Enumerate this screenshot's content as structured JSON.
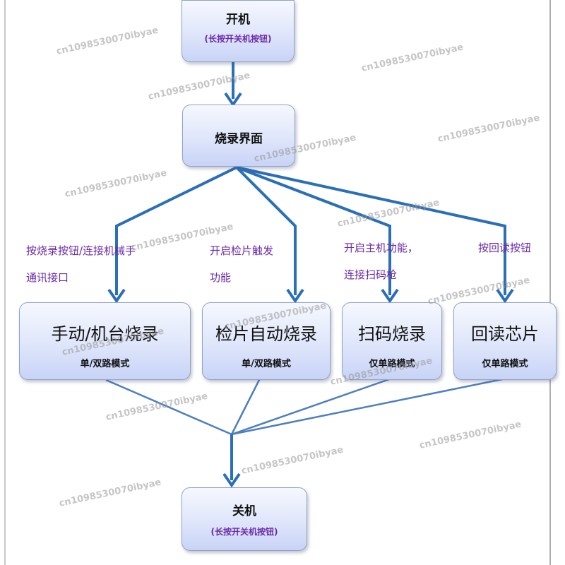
{
  "nodes": {
    "power_on": {
      "title": "开机",
      "sub": "(长按开关机按钮)"
    },
    "burn_ui": {
      "title": "烧录界面"
    },
    "manual": {
      "title": "手动/机台烧录",
      "sub": "单/双路模式"
    },
    "auto": {
      "title": "检片自动烧录",
      "sub": "单/双路模式"
    },
    "scan": {
      "title": "扫码烧录",
      "sub": "仅单路模式"
    },
    "readback": {
      "title": "回读芯片",
      "sub": "仅单路模式"
    },
    "power_off": {
      "title": "关机",
      "sub": "(长按开关机按钮)"
    }
  },
  "edge_labels": {
    "manual": [
      "按烧录按钮/连接机械手",
      "通讯接口"
    ],
    "auto": [
      "开启检片触发",
      "功能"
    ],
    "scan": [
      "开启主机功能，",
      "连接扫码枪"
    ],
    "readback": [
      "按回读按钮"
    ]
  },
  "watermark": "cn1098530070ibyae",
  "colors": {
    "arrow": "#2a6fb8",
    "label": "#6b2aa8",
    "box_border": "#8fa3c8"
  }
}
